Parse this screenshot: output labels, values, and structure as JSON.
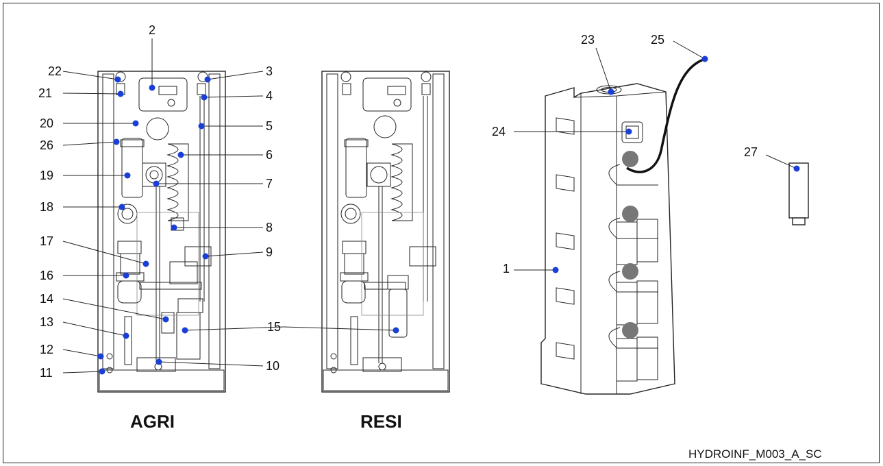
{
  "unit_labels": {
    "agri": "AGRI",
    "resi": "RESI"
  },
  "drawing_code": "HYDROINF_M003_A_SC",
  "marker_color": "#1a3fd6",
  "callouts": [
    "1",
    "2",
    "3",
    "4",
    "5",
    "6",
    "7",
    "8",
    "9",
    "10",
    "11",
    "12",
    "13",
    "14",
    "15",
    "16",
    "17",
    "18",
    "19",
    "20",
    "21",
    "22",
    "23",
    "24",
    "25",
    "26",
    "27"
  ]
}
